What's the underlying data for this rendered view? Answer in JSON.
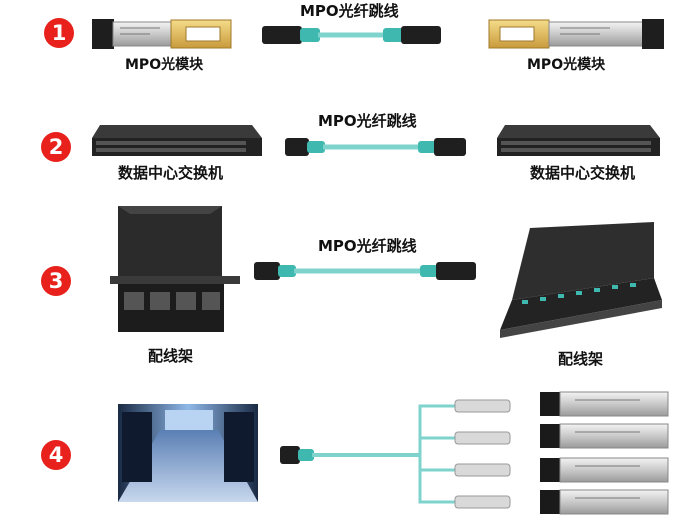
{
  "rows": [
    {
      "number": "1",
      "cable_label": "MPO光纤跳线",
      "left_label": "MPO光模块",
      "right_label": "MPO光模块"
    },
    {
      "number": "2",
      "cable_label": "MPO光纤跳线",
      "left_label": "数据中心交换机",
      "right_label": "数据中心交换机"
    },
    {
      "number": "3",
      "cable_label": "MPO光纤跳线",
      "left_label": "配线架",
      "right_label": "配线架"
    },
    {
      "number": "4"
    }
  ],
  "colors": {
    "badge": "#e8211c",
    "fiber": "#7fd3cd",
    "connector": "#3fb8b0",
    "device_dark": "#2b2b2b"
  }
}
